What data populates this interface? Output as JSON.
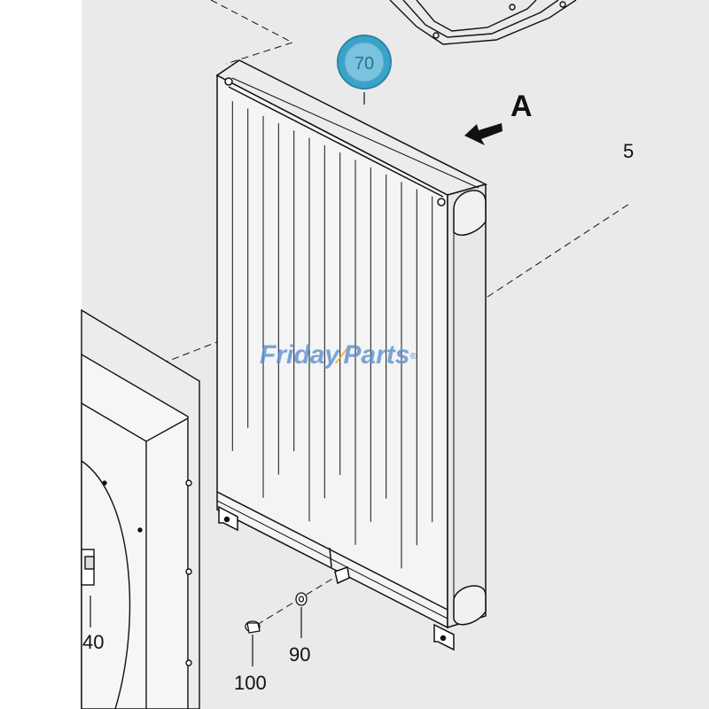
{
  "diagram": {
    "background": "#ffffff",
    "line_color": "#111111",
    "highlight_color": "#3aa3c9",
    "highlight_label": "70",
    "view_letter": "A",
    "edge_label_partial": "5",
    "callouts": [
      {
        "label": "40"
      },
      {
        "label": "90"
      },
      {
        "label": "100"
      }
    ],
    "watermark": {
      "part1": "Friday",
      "part2": "Parts",
      "mark": "®",
      "color_main": "#5b8fd0",
      "color_accent": "#f0a51e"
    }
  }
}
